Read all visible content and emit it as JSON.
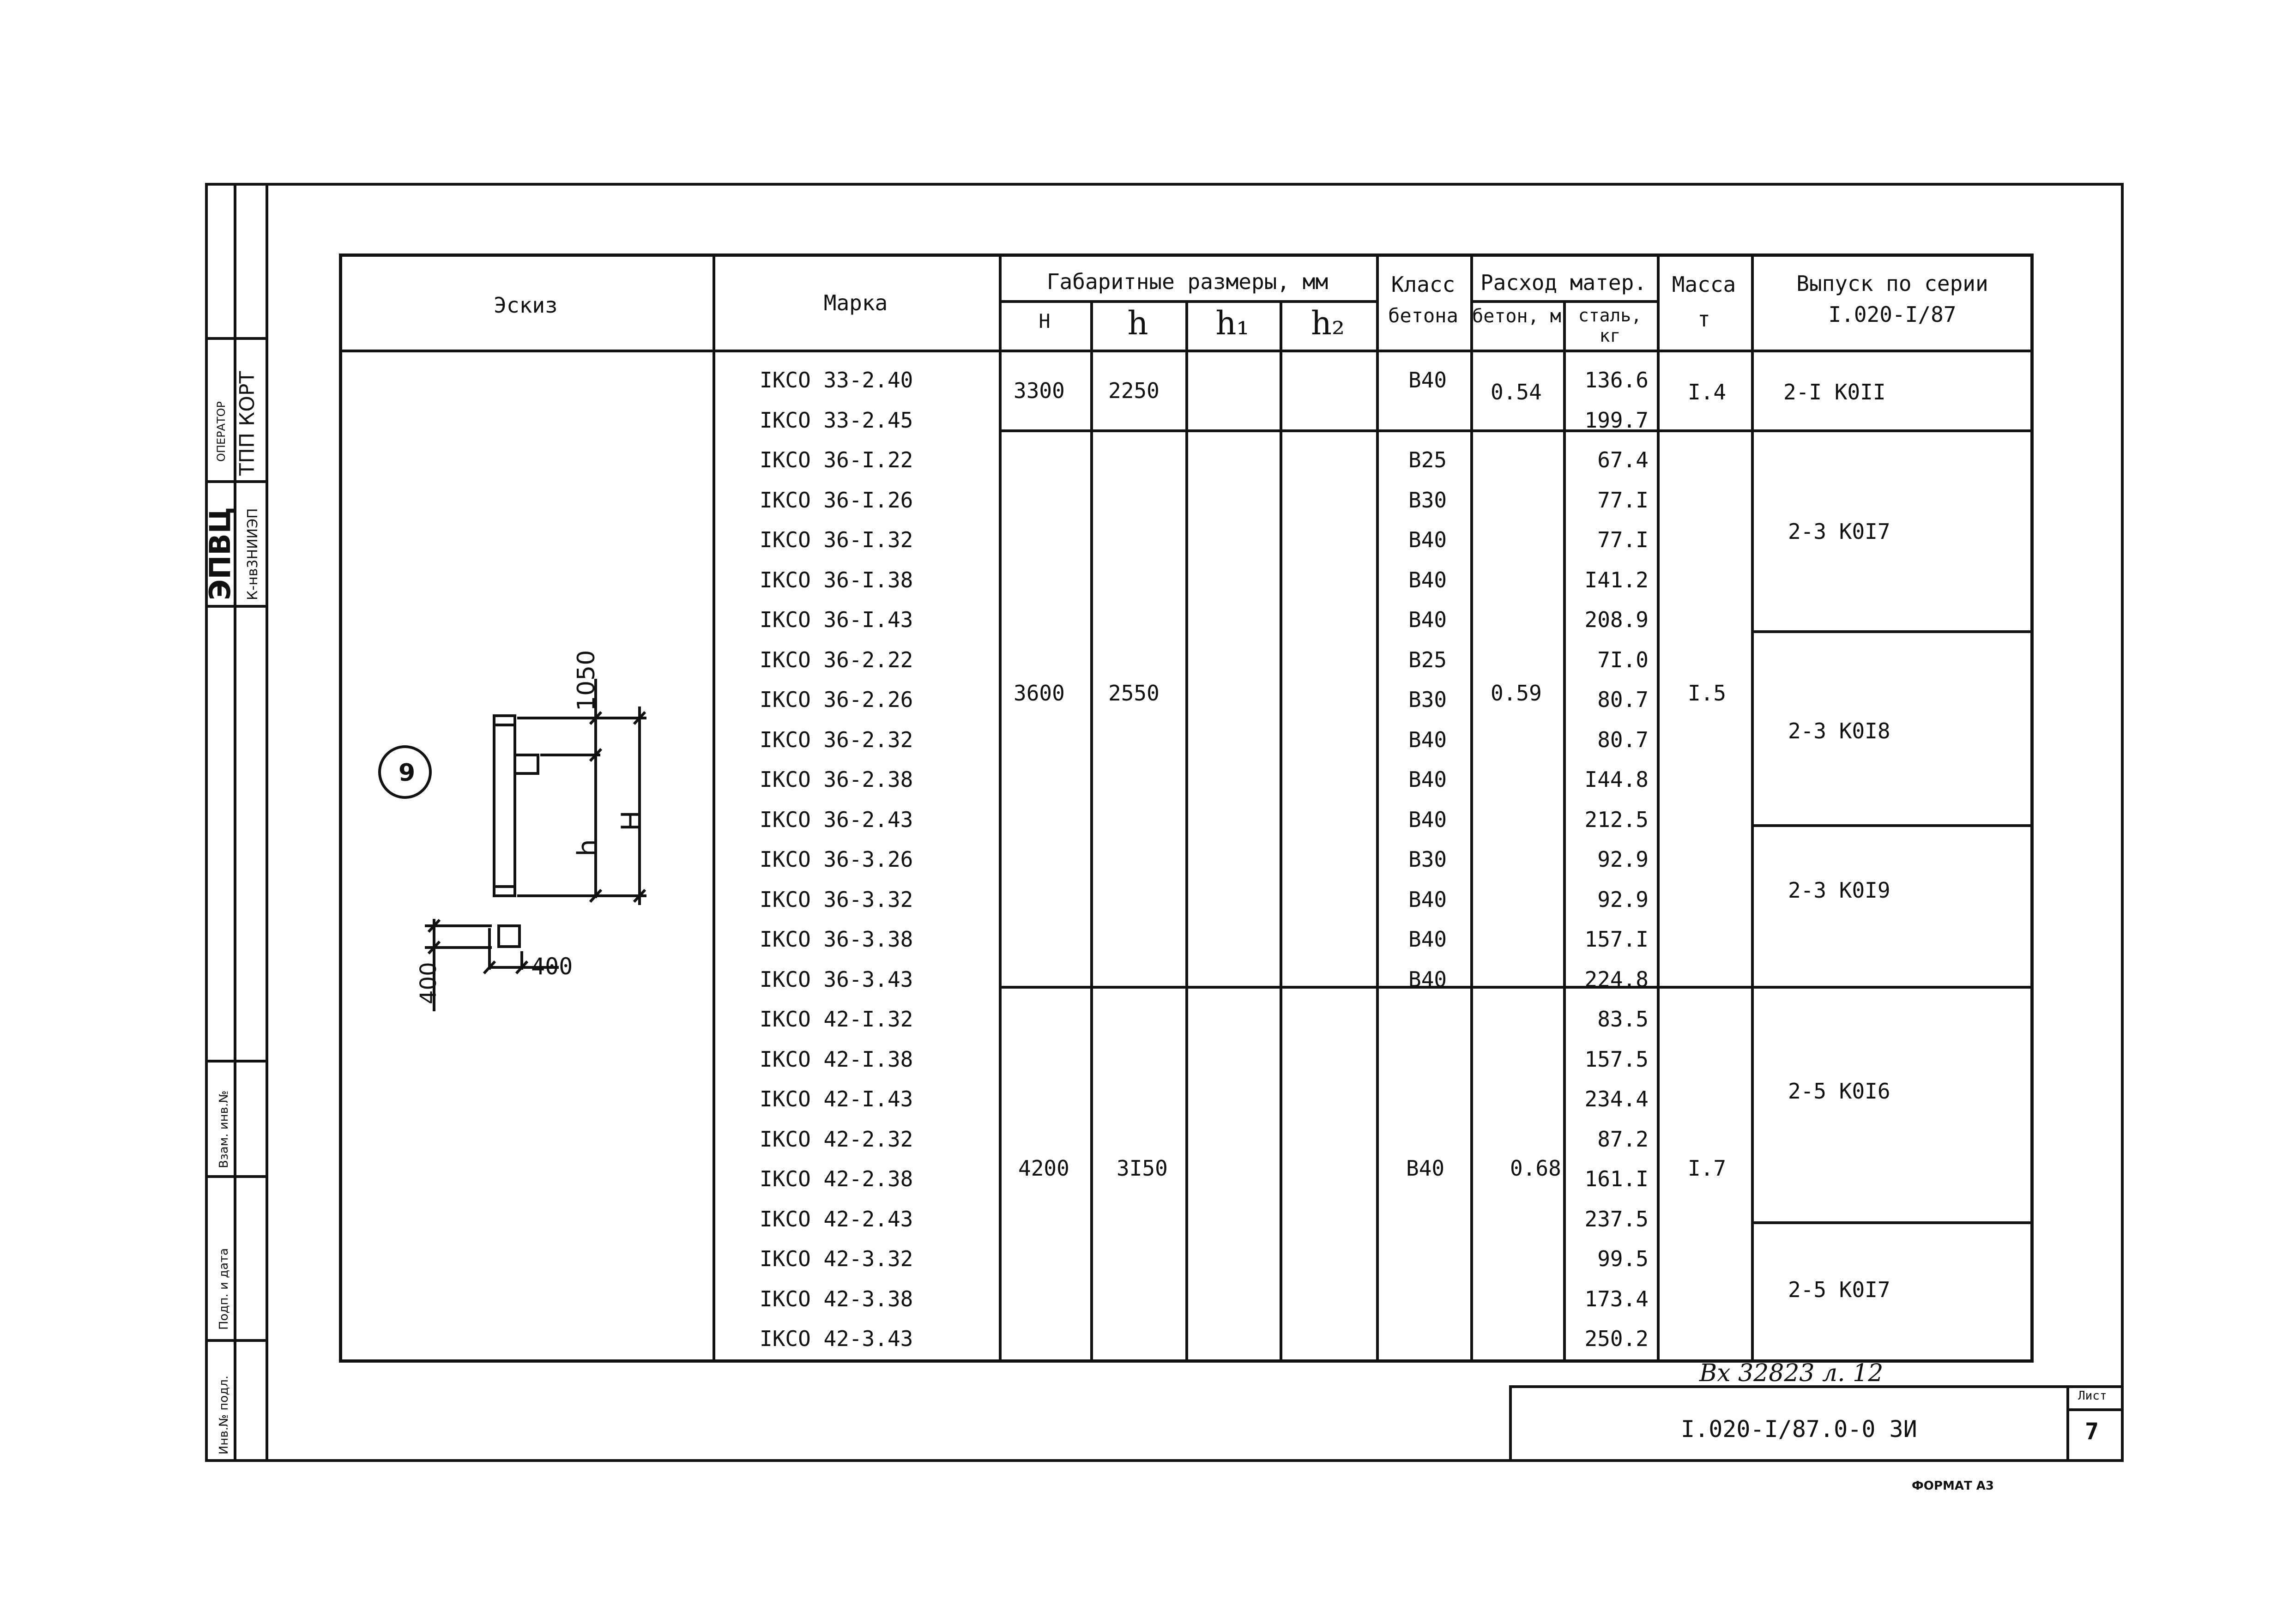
{
  "side_stamp": {
    "org": "ЭПВЦ",
    "suborg": "К-нв3НИИЭП",
    "operator_label": "ОПЕРАТОР",
    "tpp": "ТПП КОРТ",
    "vzam": "Взам. инв.№",
    "podp": "Подп. и дата",
    "inv": "Инв.№ подл."
  },
  "table": {
    "headers": {
      "sketch": "Эскиз",
      "mark": "Марка",
      "dims": "Габаритные размеры, мм",
      "H": "H",
      "h": "h",
      "h1": "h₁",
      "h2": "h₂",
      "class_line1": "Класс",
      "class_line2": "бетона",
      "consumption": "Расход матер.",
      "concrete": "бетон, м",
      "steel": "сталь, кг",
      "mass_line1": "Масса",
      "mass_line2": "т",
      "series_line1": "Выпуск по серии",
      "series_line2": "I.020-I/87"
    },
    "rows": [
      {
        "mark": "IKCO 33-2.40",
        "class": "B40",
        "steel": "136.6"
      },
      {
        "mark": "IKCO 33-2.45",
        "class": "",
        "steel": "199.7"
      },
      {
        "mark": "IKCO 36-I.22",
        "class": "B25",
        "steel": "67.4"
      },
      {
        "mark": "IKCO 36-I.26",
        "class": "B30",
        "steel": "77.I"
      },
      {
        "mark": "IKCO 36-I.32",
        "class": "B40",
        "steel": "77.I"
      },
      {
        "mark": "IKCO 36-I.38",
        "class": "B40",
        "steel": "I41.2"
      },
      {
        "mark": "IKCO 36-I.43",
        "class": "B40",
        "steel": "208.9"
      },
      {
        "mark": "IKCO 36-2.22",
        "class": "B25",
        "steel": "7I.0"
      },
      {
        "mark": "IKCO 36-2.26",
        "class": "B30",
        "steel": "80.7"
      },
      {
        "mark": "IKCO 36-2.32",
        "class": "B40",
        "steel": "80.7"
      },
      {
        "mark": "IKCO 36-2.38",
        "class": "B40",
        "steel": "I44.8"
      },
      {
        "mark": "IKCO 36-2.43",
        "class": "B40",
        "steel": "212.5"
      },
      {
        "mark": "IKCO 36-3.26",
        "class": "B30",
        "steel": "92.9"
      },
      {
        "mark": "IKCO 36-3.32",
        "class": "B40",
        "steel": "92.9"
      },
      {
        "mark": "IKCO 36-3.38",
        "class": "B40",
        "steel": "157.I"
      },
      {
        "mark": "IKCO 36-3.43",
        "class": "B40",
        "steel": "224.8"
      },
      {
        "mark": "IKCO 42-I.32",
        "class": "",
        "steel": "83.5"
      },
      {
        "mark": "IKCO 42-I.38",
        "class": "",
        "steel": "157.5"
      },
      {
        "mark": "IKCO 42-I.43",
        "class": "",
        "steel": "234.4"
      },
      {
        "mark": "IKCO 42-2.32",
        "class": "",
        "steel": "87.2"
      },
      {
        "mark": "IKCO 42-2.38",
        "class": "",
        "steel": "161.I"
      },
      {
        "mark": "IKCO 42-2.43",
        "class": "",
        "steel": "237.5"
      },
      {
        "mark": "IKCO 42-3.32",
        "class": "",
        "steel": "99.5"
      },
      {
        "mark": "IKCO 42-3.38",
        "class": "",
        "steel": "173.4"
      },
      {
        "mark": "IKCO 42-3.43",
        "class": "",
        "steel": "250.2"
      }
    ],
    "groups": [
      {
        "H": "3300",
        "h": "2250",
        "concrete": "0.54",
        "mass": "I.4"
      },
      {
        "H": "3600",
        "h": "2550",
        "concrete": "0.59",
        "mass": "I.5"
      },
      {
        "H": "4200",
        "h": "3I50",
        "class": "B40",
        "concrete": "0.68",
        "mass": "I.7"
      }
    ],
    "series": [
      "2-I K0II",
      "2-3 K0I7",
      "2-3 K0I8",
      "2-3 K0I9",
      "2-5 K0I6",
      "2-5 K0I7"
    ]
  },
  "sketch": {
    "number": "9",
    "dim_1050": "1050",
    "dim_h": "h",
    "dim_H": "H",
    "dim_400a": "400",
    "dim_400b": "400"
  },
  "title_block": {
    "handwritten": "Вх 32823 л. 12",
    "doc_code": "I.020-I/87.0-0 ЗИ",
    "sheet_label": "Лист",
    "sheet_number": "7"
  },
  "format_label": "ФОРМАТ А3"
}
